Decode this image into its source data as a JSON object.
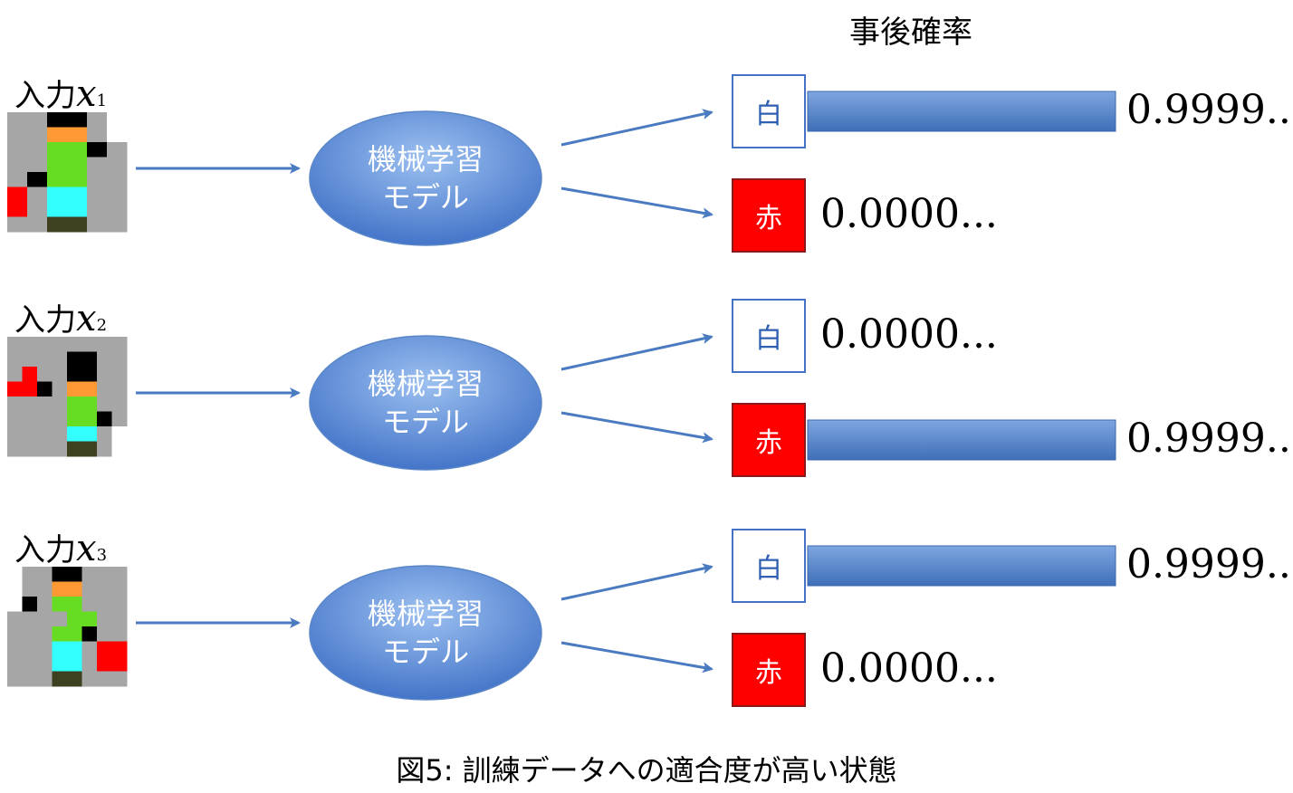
{
  "header": "事後確率",
  "caption": "図5: 訓練データへの適合度が高い状態",
  "colors": {
    "arrow": "#4a7ac0",
    "bar_top": "#7ea6e0",
    "bar_bottom": "#3f6fb8",
    "ellipse_light": "#8fb4ea",
    "ellipse_dark": "#3d6fc6",
    "red": "#ff0000",
    "grid": {
      "K": "#000000",
      "O": "#ff9933",
      "G": "#66dd22",
      "C": "#33ffff",
      "R": "#ff0000",
      "D": "#3f4020",
      "g": "#a6a6a6",
      "w": "#ffffff"
    }
  },
  "rows": [
    {
      "label": "入力",
      "var": "x",
      "sub": "1",
      "model": [
        "機械学習",
        "モデル"
      ],
      "grid": [
        "ggKKgw",
        "ggOOgw",
        "ggGGKg",
        "ggGGgg",
        "gKGGgg",
        "RgCCgg",
        "RgCCgg",
        "ggDDgg"
      ],
      "classes": [
        {
          "name": "白",
          "prob": "0.9999...",
          "value": 0.9999
        },
        {
          "name": "赤",
          "prob": "0.0000...",
          "value": 0.0
        }
      ]
    },
    {
      "label": "入力",
      "var": "x",
      "sub": "2",
      "model": [
        "機械学習",
        "モデル"
      ],
      "grid": [
        "gggggggg",
        "ggggKKgg",
        "gRggKKgg",
        "RRKgOOgg",
        "ggggGGgg",
        "ggggGGKg",
        "ggggCCgw",
        "ggggDDgw"
      ],
      "classes": [
        {
          "name": "白",
          "prob": "0.0000...",
          "value": 0.0
        },
        {
          "name": "赤",
          "prob": "0.9999...",
          "value": 0.9999
        }
      ]
    },
    {
      "label": "入力",
      "var": "x",
      "sub": "3",
      "model": [
        "機械学習",
        "モデル"
      ],
      "grid": [
        "wggKKggg",
        "wggOOggg",
        "wKgGGggg",
        "ggggGGgg",
        "gggGGKgg",
        "gggCCgRR",
        "gggCCgRR",
        "gggDDggg"
      ],
      "classes": [
        {
          "name": "白",
          "prob": "0.9999...",
          "value": 0.9999
        },
        {
          "name": "赤",
          "prob": "0.0000...",
          "value": 0.0
        }
      ]
    }
  ]
}
